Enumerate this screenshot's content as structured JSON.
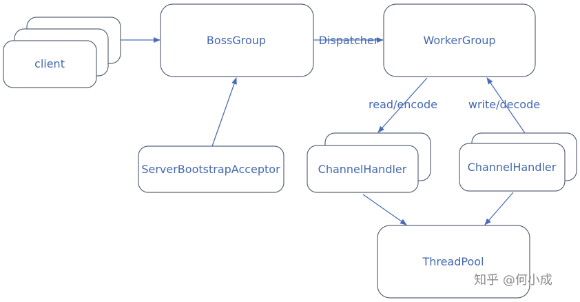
{
  "nodes": {
    "client": "client",
    "boss": "BossGroup",
    "worker": "WorkerGroup",
    "acceptor": "ServerBootstrapAcceptor",
    "handler_left": "ChannelHandler",
    "handler_right": "ChannelHandler",
    "threadpool": "ThreadPool"
  },
  "edges": {
    "dispatcher": "Dispatcher",
    "read_encode": "read/encode",
    "write_decode": "write/decode"
  },
  "watermark": "知乎 @何小成",
  "colors": {
    "text": "#4468b0",
    "arrow": "#4a6cb8",
    "border": "#5a6478"
  }
}
